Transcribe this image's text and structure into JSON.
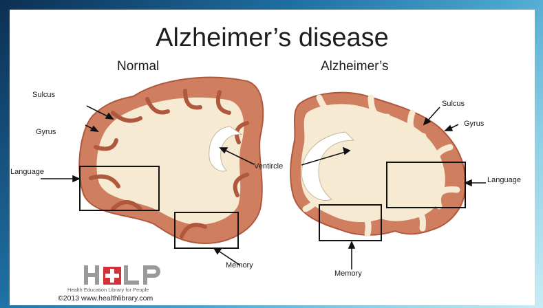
{
  "title": "Alzheimer’s disease",
  "columns": {
    "normal": "Normal",
    "alzheimers": "Alzheimer’s"
  },
  "labels": {
    "sulcus_left": "Sulcus",
    "gyrus_left": "Gyrus",
    "language_left": "Language",
    "ventricle": "Ventircle",
    "memory_left": "Memory",
    "sulcus_right": "Sulcus",
    "gyrus_right": "Gyrus",
    "language_right": "Language",
    "memory_right": "Memory"
  },
  "logo": {
    "text": "HELP",
    "tagline": "Health Education Library for People"
  },
  "copyright": "©2013 www.healthlibrary.com",
  "colors": {
    "cortex": "#cf7e5f",
    "cortex_dark": "#b0583d",
    "white_matter": "#f6ead2",
    "logo_red": "#d1323a",
    "logo_grey": "#9a9a9a"
  }
}
